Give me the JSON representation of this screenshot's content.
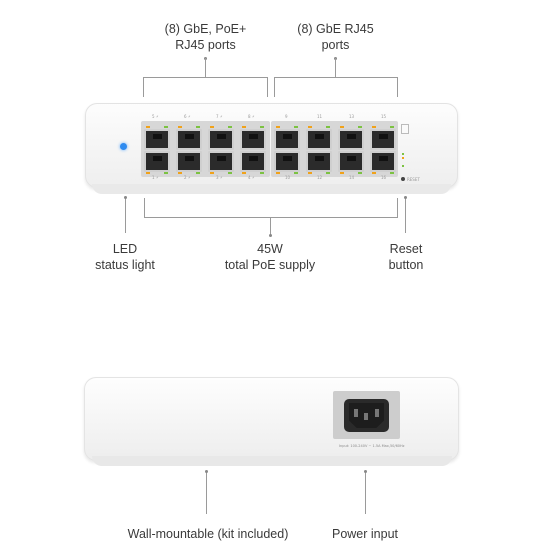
{
  "labels": {
    "poe_ports": [
      "(8) GbE, PoE+",
      "RJ45 ports"
    ],
    "gbe_ports": [
      "(8) GbE RJ45",
      "ports"
    ],
    "led": [
      "LED",
      "status light"
    ],
    "poe_supply": [
      "45W",
      "total PoE supply"
    ],
    "reset": [
      "Reset",
      "button"
    ],
    "wall_mount": "Wall-mountable (kit included)",
    "power": "Power input"
  },
  "front_panel": {
    "reset_text": "RESET",
    "poe_top_labels": [
      "5 ⚡",
      "6 ⚡",
      "7 ⚡",
      "8 ⚡"
    ],
    "poe_bottom_labels": [
      "1 ⚡",
      "2 ⚡",
      "3 ⚡",
      "4 ⚡"
    ],
    "gbe_top_labels": [
      "9",
      "11",
      "13",
      "15"
    ],
    "gbe_bottom_labels": [
      "10",
      "12",
      "14",
      "16"
    ],
    "led_color": "#2e8bf0",
    "port_led_colors": [
      "#f0a21a",
      "#7cc242"
    ]
  },
  "back_panel": {
    "power_rating": "Input: 100-240V ~ 1.5A Max,50/60Hz"
  }
}
